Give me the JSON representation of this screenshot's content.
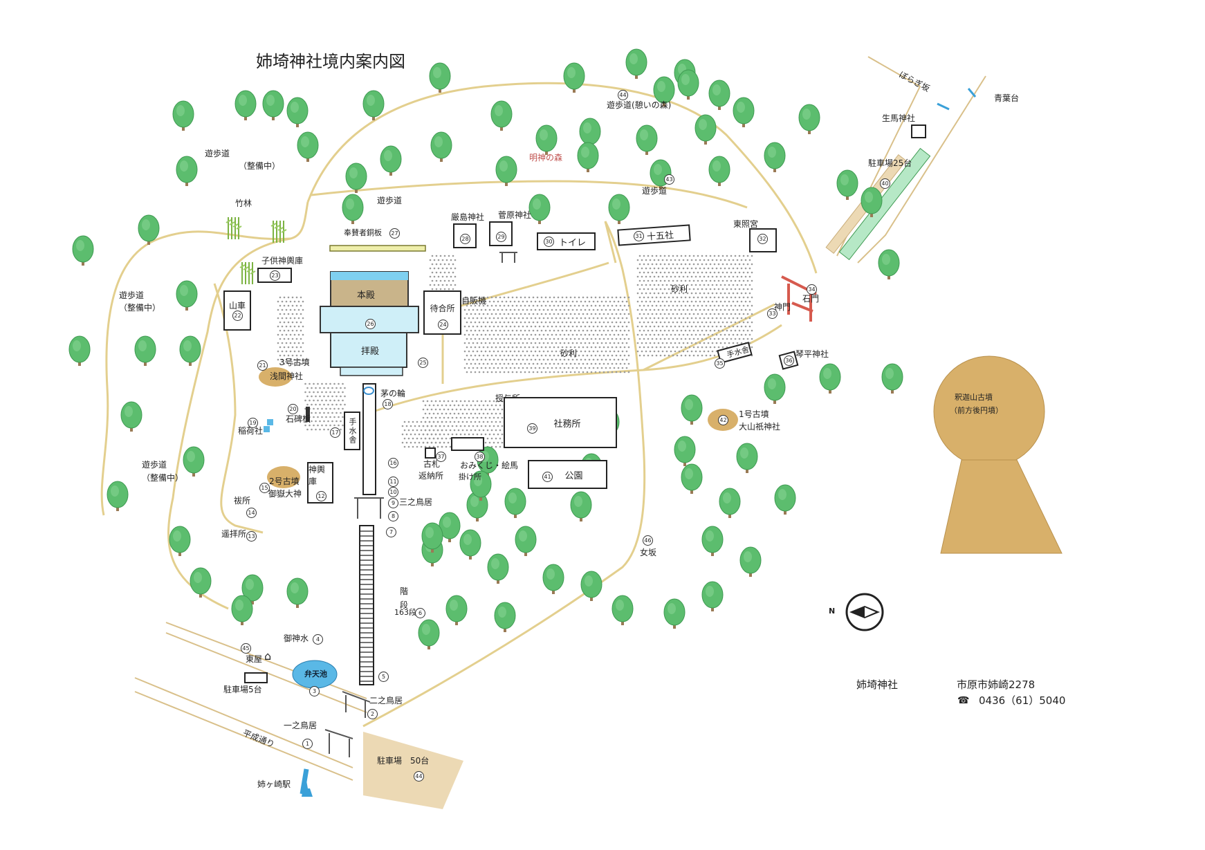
{
  "title": "姉埼神社境内案内図",
  "labels": {
    "yuhodo_seibi_1": "遊歩道",
    "seibi_1": "（整備中）",
    "yuhodo_seibi_2": "遊歩道",
    "seibi_2": "（整備中）",
    "yuhodo_seibi_3": "遊歩道",
    "seibi_3": "（整備中）",
    "yuhodo_ikoi": "遊歩道(憩いの森)",
    "myojin_mori": "明神の森",
    "yuhodo_a": "遊歩道",
    "yuhodo_b": "遊歩道",
    "takebayashi": "竹林",
    "hosanja": "奉賛者銅板",
    "itsukushima": "厳島神社",
    "sugawara": "菅原神社",
    "toilet": "トイレ",
    "jugosha": "十五社",
    "toshogu": "東照宮",
    "kodomo_mikoshi": "子供神輿庫",
    "dashi": "山車",
    "honden": "本殿",
    "haiden": "拝殿",
    "machiai": "待合所",
    "jihanki": "自販機",
    "jari_1": "砂利",
    "jari_2": "砂利",
    "shinmon": "神門",
    "ishimon": "石門",
    "temizusha_e": "手水舎",
    "kotohira": "琴平神社",
    "kofun3": "3号古墳",
    "sengen": "浅間神社",
    "chinowa": "茅の輪",
    "juyosho": "授与所",
    "shamusho": "社務所",
    "sekihiban": "石碑板",
    "inari": "稲荷社",
    "temizusha": "手水舎",
    "kofun1": "1号古墳",
    "oyamazumi": "大山祇神社",
    "kofuda": "古札",
    "henosho": "返納所",
    "omikuji": "おみくじ・絵馬",
    "kakesho": "掛け所",
    "koen": "公園",
    "kofun2": "2号古墳",
    "mitake": "御嶽大神",
    "mikoshiko": "神輿庫",
    "haraesho": "祓所",
    "sannotorii": "三之鳥居",
    "yohaisho": "遥拝所",
    "onnazaka": "女坂",
    "kaidan": "階\n段",
    "kaidan_count": "163段",
    "goshinsui": "御神水",
    "azumaya": "東屋",
    "bentenike": "弁天池",
    "parking5": "駐車場5台",
    "ninotorii": "二之鳥居",
    "ichinotorii": "一之鳥居",
    "heisei": "平成通り",
    "parking50": "駐車場　50台",
    "anegasaki_eki": "姉ヶ崎駅",
    "porogisaka": "ぼらぎ坂",
    "aobadai": "青葉台",
    "ikuma": "生馬神社",
    "parking25": "駐車場25台",
    "shakayama": "釈迦山古墳",
    "zenpo": "（前方後円墳）",
    "compass_n": "N",
    "shrine_name": "姉埼神社",
    "address": "市原市姉崎2278",
    "phone_icon": "☎",
    "phone": "0436（61）5040"
  },
  "numbers": {
    "n44": "44",
    "n43": "43",
    "n40": "40",
    "n27": "27",
    "n28": "28",
    "n29": "29",
    "n30": "30",
    "n31": "31",
    "n32": "32",
    "n23": "23",
    "n22": "22",
    "n26": "26",
    "n24": "24",
    "n25": "25",
    "n21": "21",
    "n18": "18",
    "n20": "20",
    "n19": "19",
    "n17": "17",
    "n39": "39",
    "n37": "37",
    "n34": "34",
    "n33": "33",
    "n36": "36",
    "n35": "35",
    "n38": "38",
    "n16": "16",
    "n15": "15",
    "n12": "12",
    "n11": "11",
    "n10": "10",
    "n9": "9",
    "n8": "8",
    "n7": "7",
    "n14": "14",
    "n13": "13",
    "n6": "6",
    "n4": "4",
    "n5": "5",
    "n45": "45",
    "n3": "3",
    "n2": "2",
    "n1": "1",
    "n42": "42",
    "n41": "41",
    "n46": "46"
  },
  "colors": {
    "path": "#e3cf8e",
    "tree": "#5cbd6e",
    "tree_dark": "#3f9a52",
    "trunk": "#9a7a55",
    "kofun": "#d8b06a",
    "gravel": "#cfcfcf",
    "water": "#5ab8e6",
    "green_strip": "#b6e8c6",
    "torii": "#d65a4e",
    "parking": "#ecd9b4"
  }
}
